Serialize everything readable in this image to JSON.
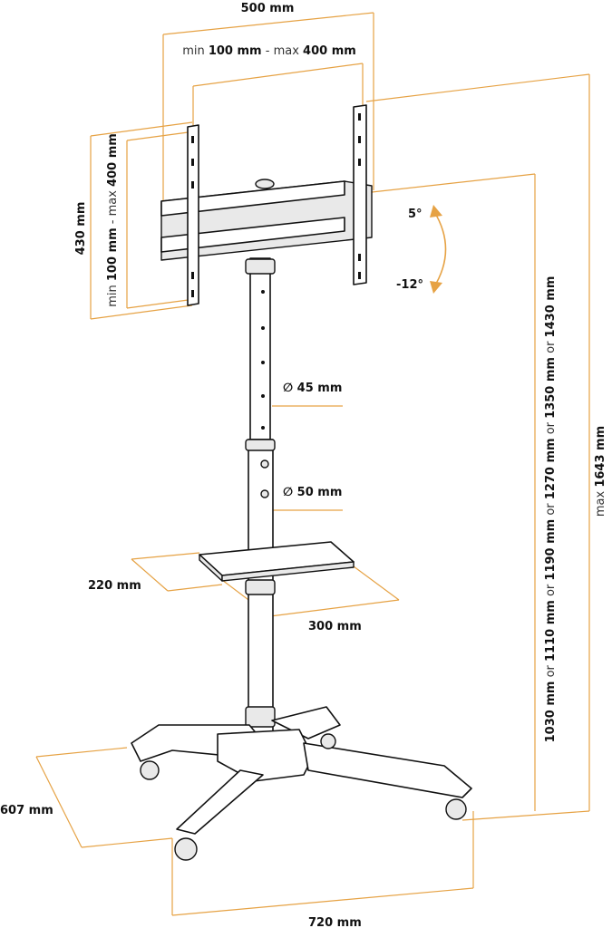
{
  "colors": {
    "dimension": "#e6a244",
    "drawing": "#111111"
  },
  "labels": {
    "overall_width": "500 mm",
    "vesa_h_min_pre": "min ",
    "vesa_h_min": "100 mm",
    "vesa_h_sep": " - max ",
    "vesa_h_max": "400 mm",
    "bracket_height": "430 mm",
    "vesa_v_min_pre": "min ",
    "vesa_v_min": "100 mm",
    "vesa_v_sep": " - max ",
    "vesa_v_max": "400 mm",
    "tilt_up": "5°",
    "tilt_down": "-12°",
    "upper_pole_diameter": "∅ 45 mm",
    "lower_pole_diameter": "∅ 50 mm",
    "shelf_depth": "220 mm",
    "shelf_width": "300 mm",
    "base_depth": "607 mm",
    "base_width": "720 mm",
    "height_options": [
      "1030 mm",
      "1110 mm",
      "1190 mm",
      "1270 mm",
      "1350 mm",
      "1430 mm"
    ],
    "or": " or ",
    "max_height_pre": "max ",
    "max_height": "1643 mm"
  }
}
